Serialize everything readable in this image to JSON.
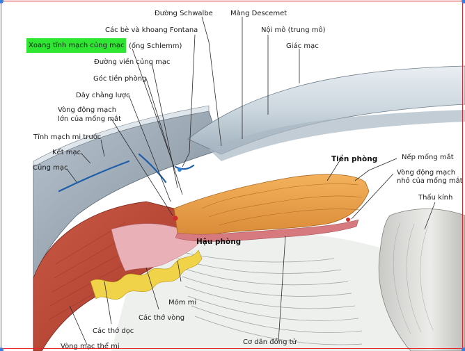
{
  "labels": {
    "schwalbe": "Đường Schwalbe",
    "descemet": "Màng Descemet",
    "fontana": "Các bè và khoang Fontana",
    "endothelium": "Nội mô (trung mô)",
    "cornea": "Giác mạc",
    "schlemm_highlighted": "Xoang tĩnh mạch củng mạc",
    "schlemm_rest": "(ống Schlemm)",
    "scleral_limbus": "Đường viền củng mạc",
    "iridocorneal_angle": "Góc tiền phòng",
    "pectinate_ligament": "Dây chằng lược",
    "major_arterial_circle_1": "Vòng động mạch",
    "major_arterial_circle_2": "lớn của mống mắt",
    "anterior_ciliary_vein": "Tĩnh mạch mi trước",
    "conjunctiva": "Kết mạc",
    "sclera": "Củng mạc",
    "anterior_chamber": "Tiền phòng",
    "iris_fold": "Nếp mống mắt",
    "minor_arterial_circle_1": "Vòng động mạch",
    "minor_arterial_circle_2": "nhỏ của mống mắt",
    "lens": "Thấu kính",
    "posterior_chamber": "Hậu phòng",
    "ciliary_process": "Mỏm mi",
    "circular_fibers": "Các thớ vòng",
    "longitudinal_fibers": "Các thớ dọc",
    "ciliary_veins": "Vòng mạc thể mi",
    "dilator_pupillae": "Cơ dãn đồng tử"
  },
  "colors": {
    "highlight": "#2fe633",
    "frame": "#e0242a",
    "handle": "#3b7be0"
  }
}
